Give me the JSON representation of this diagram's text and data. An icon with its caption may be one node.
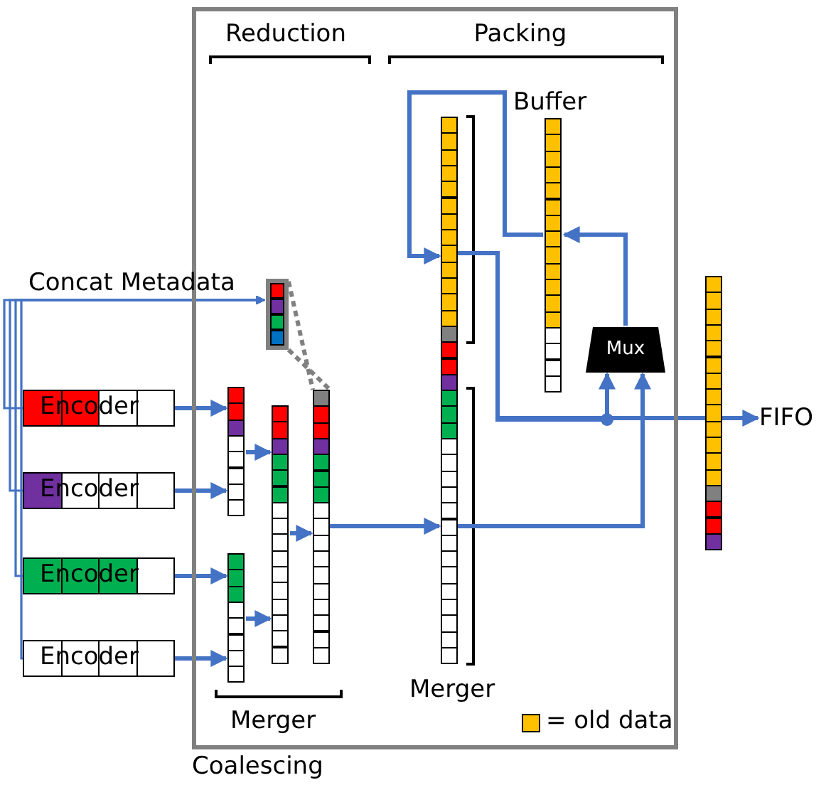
{
  "diagram": {
    "nodes": [
      {
        "text": [
          "Coalescing"
        ]
      },
      {
        "text": [
          "Encoder"
        ]
      },
      {
        "text": [
          "Encoder"
        ]
      },
      {
        "text": [
          "Encoder"
        ]
      },
      {
        "text": [
          "Encoder"
        ]
      },
      {
        "text": [],
        "shape": "bar",
        "in": 0
      },
      {
        "text": [],
        "shape": "bar",
        "in": 0
      },
      {
        "text": [],
        "shape": "bar",
        "in": 0
      },
      {
        "text": [],
        "shape": "bar",
        "in": 0
      },
      {
        "text": [],
        "shape": "bar",
        "in": 0
      },
      {
        "text": [],
        "shape": "bar",
        "in": 0,
        "beside": [
          "Merger"
        ]
      },
      {
        "text": [
          "Buffer"
        ],
        "in": 0
      },
      {
        "text": [
          "Mux"
        ],
        "in": 0
      },
      {
        "text": [],
        "shape": "bar"
      },
      {
        "text": [
          "FIFO"
        ]
      }
    ],
    "edges": [
      {
        "from": 1,
        "to": 5,
        "arrow": "to",
        "label": "Concat Metadata"
      },
      {
        "from": 2,
        "to": 5,
        "arrow": "to"
      },
      {
        "from": 3,
        "to": 5,
        "arrow": "to"
      },
      {
        "from": 4,
        "to": 5,
        "arrow": "to"
      },
      {
        "from": 1,
        "to": 6,
        "arrow": "to"
      },
      {
        "from": 2,
        "to": 6,
        "arrow": "to"
      },
      {
        "from": 3,
        "to": 7,
        "arrow": "to"
      },
      {
        "from": 4,
        "to": 7,
        "arrow": "to"
      },
      {
        "from": 6,
        "to": 8,
        "arrow": "to"
      },
      {
        "from": 7,
        "to": 8,
        "arrow": "to"
      },
      {
        "from": 8,
        "to": 9,
        "arrow": "to"
      },
      {
        "from": 5,
        "to": 9,
        "arrow": "none",
        "style": "dashed",
        "color": "#808080"
      },
      {
        "from": 9,
        "to": 10,
        "arrow": "to"
      },
      {
        "from": 10,
        "to": 14,
        "arrow": "to"
      },
      {
        "from": 10,
        "to": 12,
        "arrow": "to"
      },
      {
        "from": 10,
        "to": 12,
        "arrow": "to"
      },
      {
        "from": 12,
        "to": 11,
        "arrow": "to"
      },
      {
        "from": 11,
        "to": 10,
        "arrow": "to"
      }
    ],
    "labels": [
      "Reduction",
      "Packing",
      "Merger"
    ],
    "legend": [
      {
        "text": "= old data",
        "color": "#ffc000"
      }
    ]
  }
}
